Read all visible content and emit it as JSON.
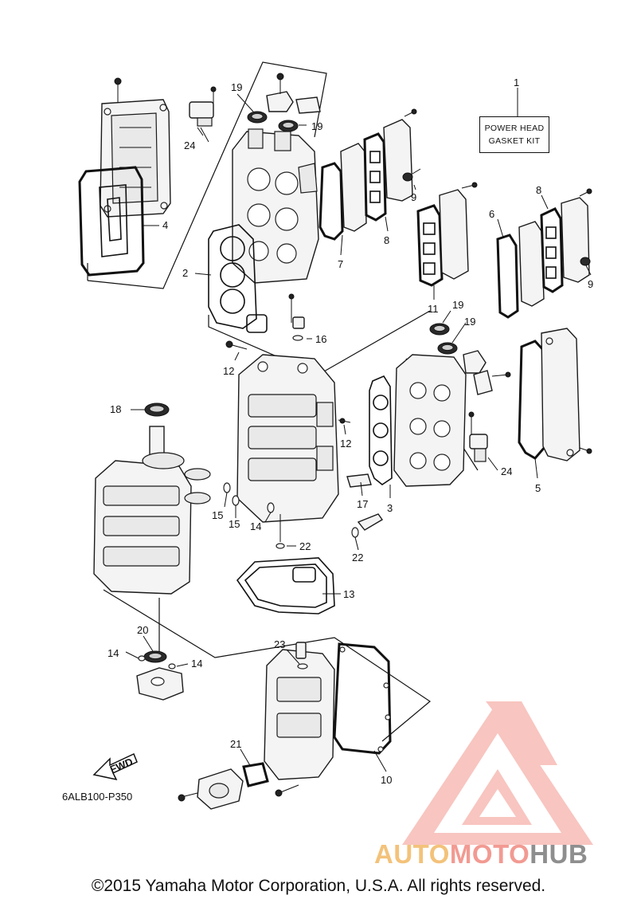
{
  "callouts": {
    "c1": "1",
    "c2": "2",
    "c3": "3",
    "c4": "4",
    "c5": "5",
    "c6": "6",
    "c7": "7",
    "c8a": "8",
    "c8b": "8",
    "c9a": "9",
    "c9b": "9",
    "c10": "10",
    "c11": "11",
    "c12a": "12",
    "c12b": "12",
    "c13": "13",
    "c14a": "14",
    "c14b": "14",
    "c14c": "14",
    "c15a": "15",
    "c15b": "15",
    "c16": "16",
    "c17": "17",
    "c18": "18",
    "c19a": "19",
    "c19b": "19",
    "c19c": "19",
    "c19d": "19",
    "c20": "20",
    "c21": "21",
    "c22a": "22",
    "c22b": "22",
    "c23": "23",
    "c24a": "24",
    "c24b": "24"
  },
  "kit_label": {
    "line1": "POWER HEAD",
    "line2": "GASKET KIT"
  },
  "fwd_label": "FWD",
  "drawing_code": "6ALB100-P350",
  "copyright": "©2015 Yamaha Motor Corporation, U.S.A. All rights reserved.",
  "watermark": {
    "part_a": "AUTO",
    "part_b": "MOTO",
    "part_c": "HUB"
  },
  "colors": {
    "watermark_red": "#f29a92",
    "watermark_orange": "#f3c27a",
    "watermark_gray": "#8e8e8e",
    "line": "#111111"
  }
}
